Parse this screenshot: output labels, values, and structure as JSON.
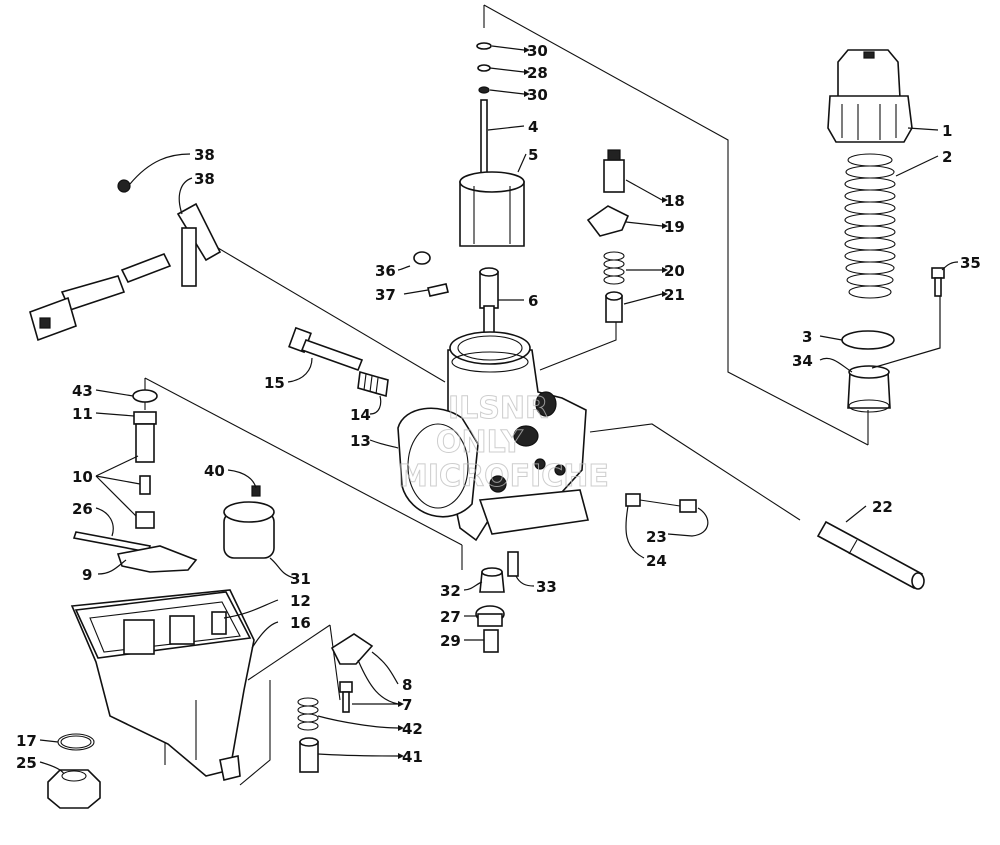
{
  "watermark": [
    "ILSNR",
    "ONLY",
    "MICROFICHE"
  ],
  "callouts": [
    {
      "id": "c30a",
      "text": "30",
      "part": "circlip"
    },
    {
      "id": "c28",
      "text": "28",
      "part": "needle-clip-plate"
    },
    {
      "id": "c30b",
      "text": "30",
      "part": "circlip"
    },
    {
      "id": "c4",
      "text": "4",
      "part": "jet-needle"
    },
    {
      "id": "c5",
      "text": "5",
      "part": "throttle-valve"
    },
    {
      "id": "c1",
      "text": "1",
      "part": "top-cap"
    },
    {
      "id": "c2",
      "text": "2",
      "part": "throttle-spring"
    },
    {
      "id": "c38a",
      "text": "38",
      "part": "nut"
    },
    {
      "id": "c38b",
      "text": "38",
      "part": "choke-bracket"
    },
    {
      "id": "c18",
      "text": "18",
      "part": "adjuster"
    },
    {
      "id": "c19",
      "text": "19",
      "part": "plate"
    },
    {
      "id": "c20",
      "text": "20",
      "part": "spring"
    },
    {
      "id": "c21",
      "text": "21",
      "part": "choke-plunger"
    },
    {
      "id": "c35",
      "text": "35",
      "part": "screw"
    },
    {
      "id": "c36",
      "text": "36",
      "part": "o-ring"
    },
    {
      "id": "c37",
      "text": "37",
      "part": "pin"
    },
    {
      "id": "c6",
      "text": "6",
      "part": "needle-jet"
    },
    {
      "id": "c3",
      "text": "3",
      "part": "washer"
    },
    {
      "id": "c34",
      "text": "34",
      "part": "cap-holder"
    },
    {
      "id": "c15",
      "text": "15",
      "part": "air-screw"
    },
    {
      "id": "c14",
      "text": "14",
      "part": "spring"
    },
    {
      "id": "c13",
      "text": "13",
      "part": "carburetor-body"
    },
    {
      "id": "c43",
      "text": "43",
      "part": "washer"
    },
    {
      "id": "c11",
      "text": "11",
      "part": "seat"
    },
    {
      "id": "c10",
      "text": "10",
      "part": "needle-valve"
    },
    {
      "id": "c40",
      "text": "40",
      "part": "plug"
    },
    {
      "id": "c26",
      "text": "26",
      "part": "pin"
    },
    {
      "id": "c22",
      "text": "22",
      "part": "hose"
    },
    {
      "id": "c23",
      "text": "23",
      "part": "idle-screw"
    },
    {
      "id": "c24",
      "text": "24",
      "part": "spring"
    },
    {
      "id": "c9",
      "text": "9",
      "part": "float-arm"
    },
    {
      "id": "c31",
      "text": "31",
      "part": "float"
    },
    {
      "id": "c32",
      "text": "32",
      "part": "main-jet-holder"
    },
    {
      "id": "c33",
      "text": "33",
      "part": "pilot-jet"
    },
    {
      "id": "c12",
      "text": "12",
      "part": "gasket"
    },
    {
      "id": "c16",
      "text": "16",
      "part": "float-bowl"
    },
    {
      "id": "c27",
      "text": "27",
      "part": "washer"
    },
    {
      "id": "c29",
      "text": "29",
      "part": "main-jet"
    },
    {
      "id": "c8",
      "text": "8",
      "part": "bracket"
    },
    {
      "id": "c7",
      "text": "7",
      "part": "screw"
    },
    {
      "id": "c42",
      "text": "42",
      "part": "spring"
    },
    {
      "id": "c41",
      "text": "41",
      "part": "plunger"
    },
    {
      "id": "c17",
      "text": "17",
      "part": "o-ring"
    },
    {
      "id": "c25",
      "text": "25",
      "part": "drain-plug"
    }
  ]
}
